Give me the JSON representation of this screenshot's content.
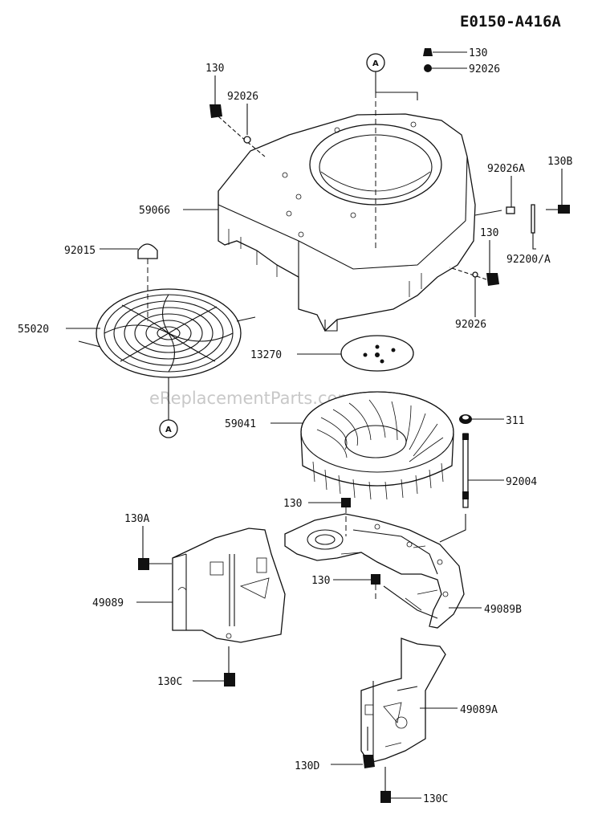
{
  "diagram_code": "E0150-A416A",
  "watermark": "eReplacementParts.com",
  "reference_marker": "A",
  "parts": {
    "p130_top": "130",
    "p92026_top": "92026",
    "p130_left": "130",
    "p92026_left": "92026",
    "p59066": "59066",
    "p92026A": "92026A",
    "p130B": "130B",
    "p130_right": "130",
    "p92200A": "92200/A",
    "p92026_right": "92026",
    "p92015": "92015",
    "p55020": "55020",
    "p13270": "13270",
    "p59041": "59041",
    "p311": "311",
    "p92004": "92004",
    "p130_mid": "130",
    "p130A": "130A",
    "p130_low": "130",
    "p49089": "49089",
    "p49089B": "49089B",
    "p130C_left": "130C",
    "p49089A": "49089A",
    "p130D": "130D",
    "p130C_bottom": "130C"
  }
}
